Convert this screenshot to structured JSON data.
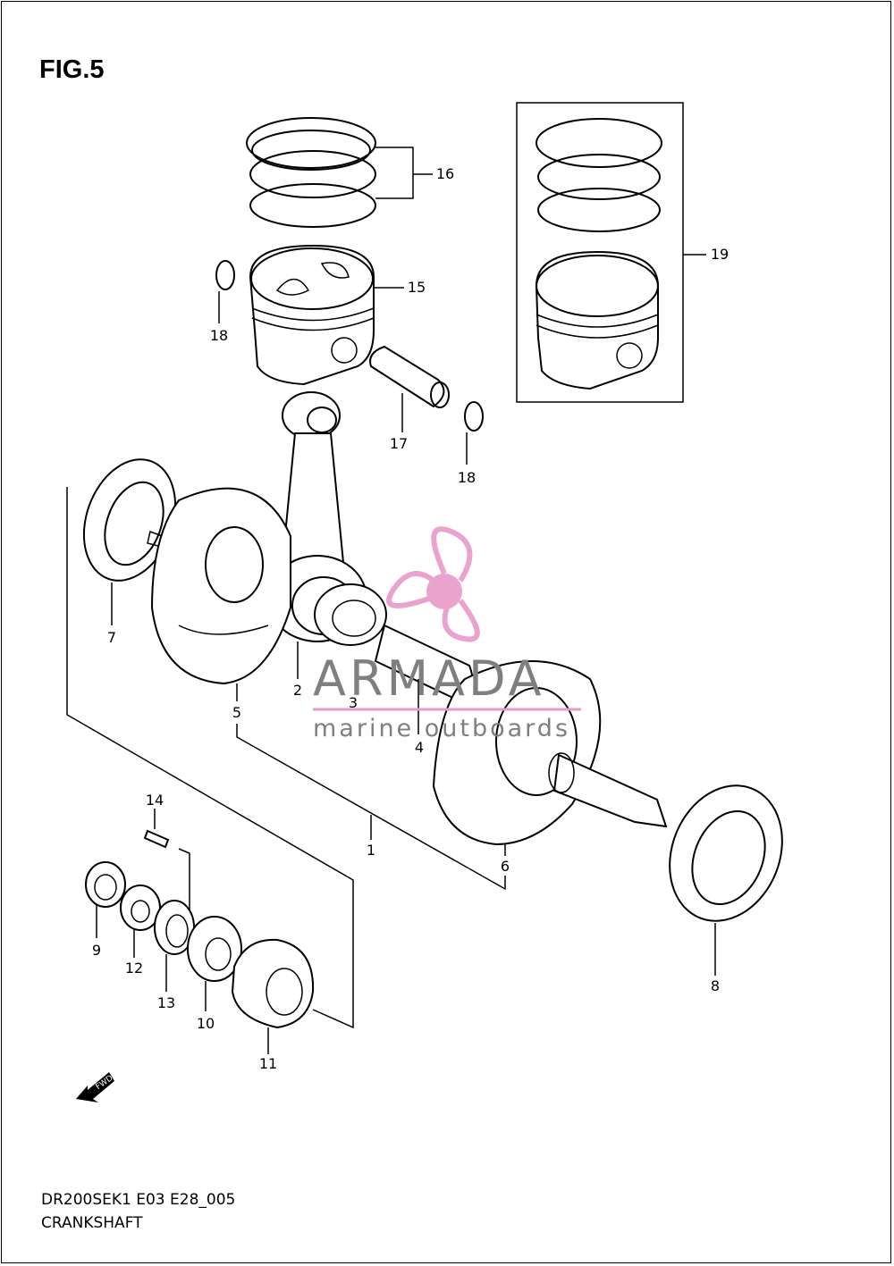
{
  "figure_title": "FIG.5",
  "footer": {
    "code": "DR200SEK1 E03 E28_005",
    "name": "CRANKSHAFT"
  },
  "watermark": {
    "name": "ARMADA",
    "tagline": "marine outboards",
    "color_name": "#7f7f7f",
    "color_logo": "#e79ac9"
  },
  "fwd_label": "FWD",
  "callouts": [
    "16",
    "15",
    "18",
    "19",
    "17",
    "18",
    "7",
    "2",
    "3",
    "5",
    "4",
    "14",
    "1",
    "6",
    "9",
    "12",
    "13",
    "10",
    "11",
    "8"
  ]
}
